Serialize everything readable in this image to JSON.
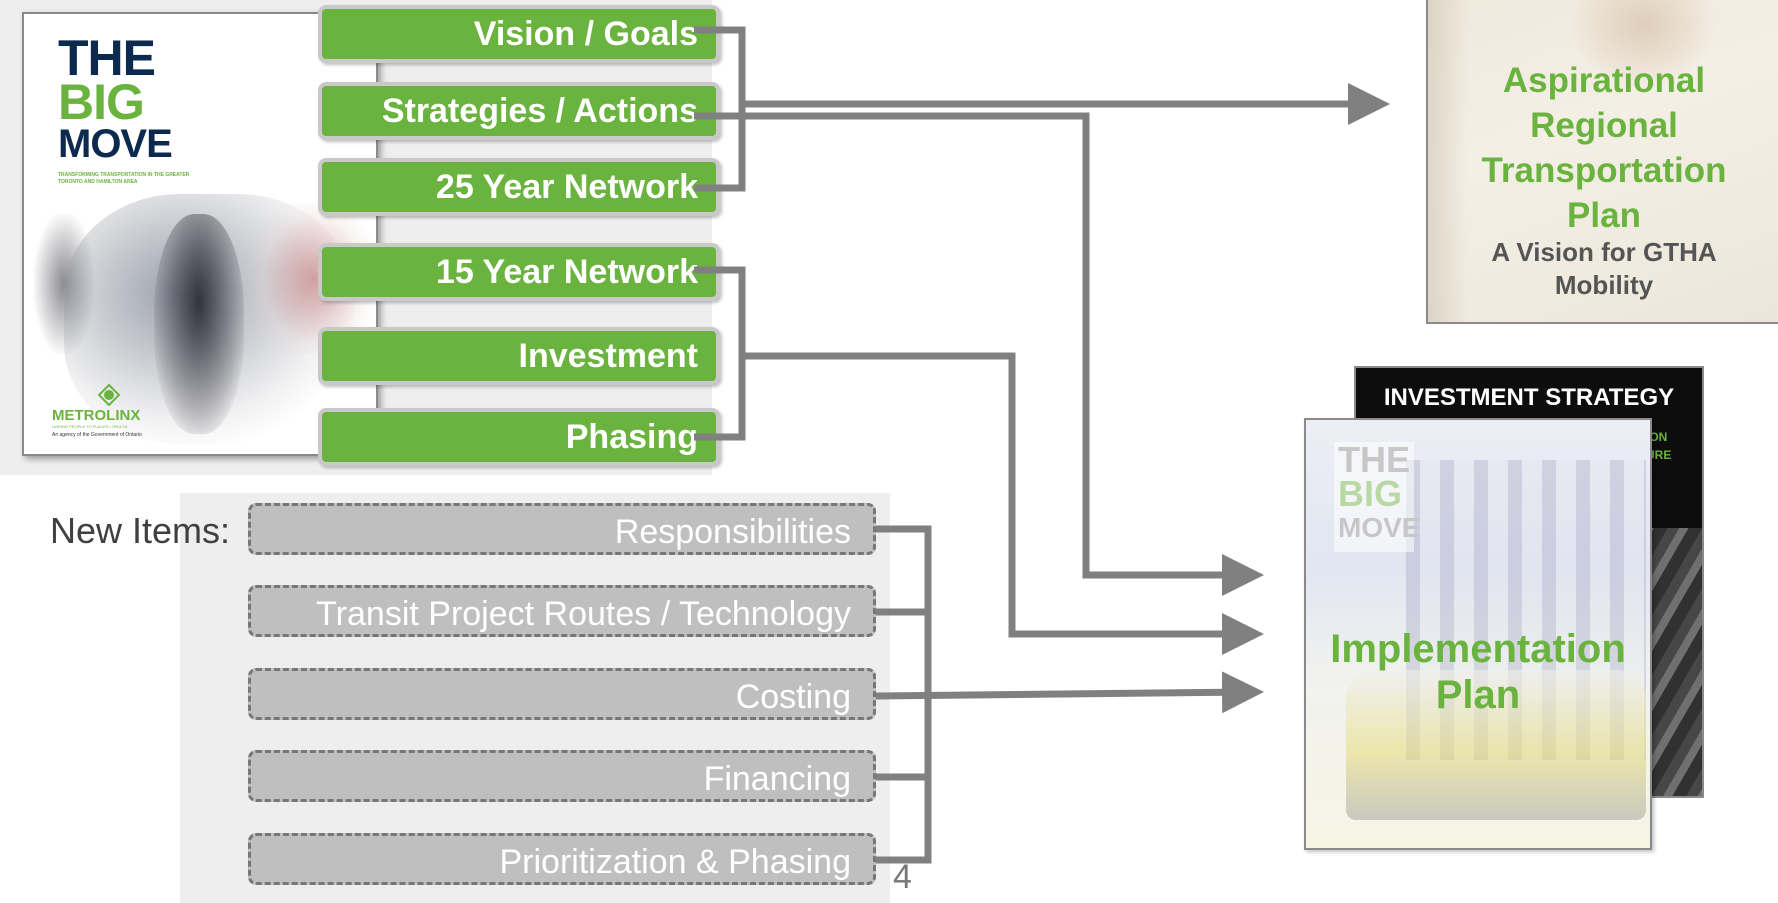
{
  "green_items": [
    {
      "label": "Vision / Goals"
    },
    {
      "label": "Strategies / Actions"
    },
    {
      "label": "25 Year Network"
    },
    {
      "label": "15 Year Network"
    },
    {
      "label": "Investment"
    },
    {
      "label": "Phasing"
    }
  ],
  "new_items_label": "New Items:",
  "new_items": [
    {
      "label": "Responsibilities"
    },
    {
      "label": "Transit Project Routes / Technology"
    },
    {
      "label": "Costing"
    },
    {
      "label": "Financing"
    },
    {
      "label": "Prioritization & Phasing"
    }
  ],
  "big_move_cover": {
    "line1": "THE",
    "line2": "BIG",
    "line3": "MOVE",
    "subtitle": "TRANSFORMING TRANSPORTATION IN THE GREATER TORONTO AND HAMILTON AREA",
    "org": "METROLINX",
    "tagline": "LINKING PEOPLE TO PLACES • ON A TA",
    "agency": "An agency of the Government of Ontario"
  },
  "aspirational_doc": {
    "title_lines": [
      "Aspirational",
      "Regional",
      "Transportation",
      "Plan"
    ],
    "subtitle_lines": [
      "A Vision for GTHA",
      "Mobility"
    ]
  },
  "investment_doc": {
    "title": "INVESTMENT STRATEGY",
    "fragment1": "ION",
    "fragment2": "URE"
  },
  "implementation_doc": {
    "logo_line1": "THE",
    "logo_line2": "BIG",
    "logo_line3": "MOVE",
    "title_lines": [
      "Implementation",
      "Plan"
    ]
  },
  "page_number": "4",
  "colors": {
    "green": "#6ab33e",
    "connector": "#808080",
    "dashed_item": "#bfbfbf",
    "navy": "#0c2a4e"
  }
}
